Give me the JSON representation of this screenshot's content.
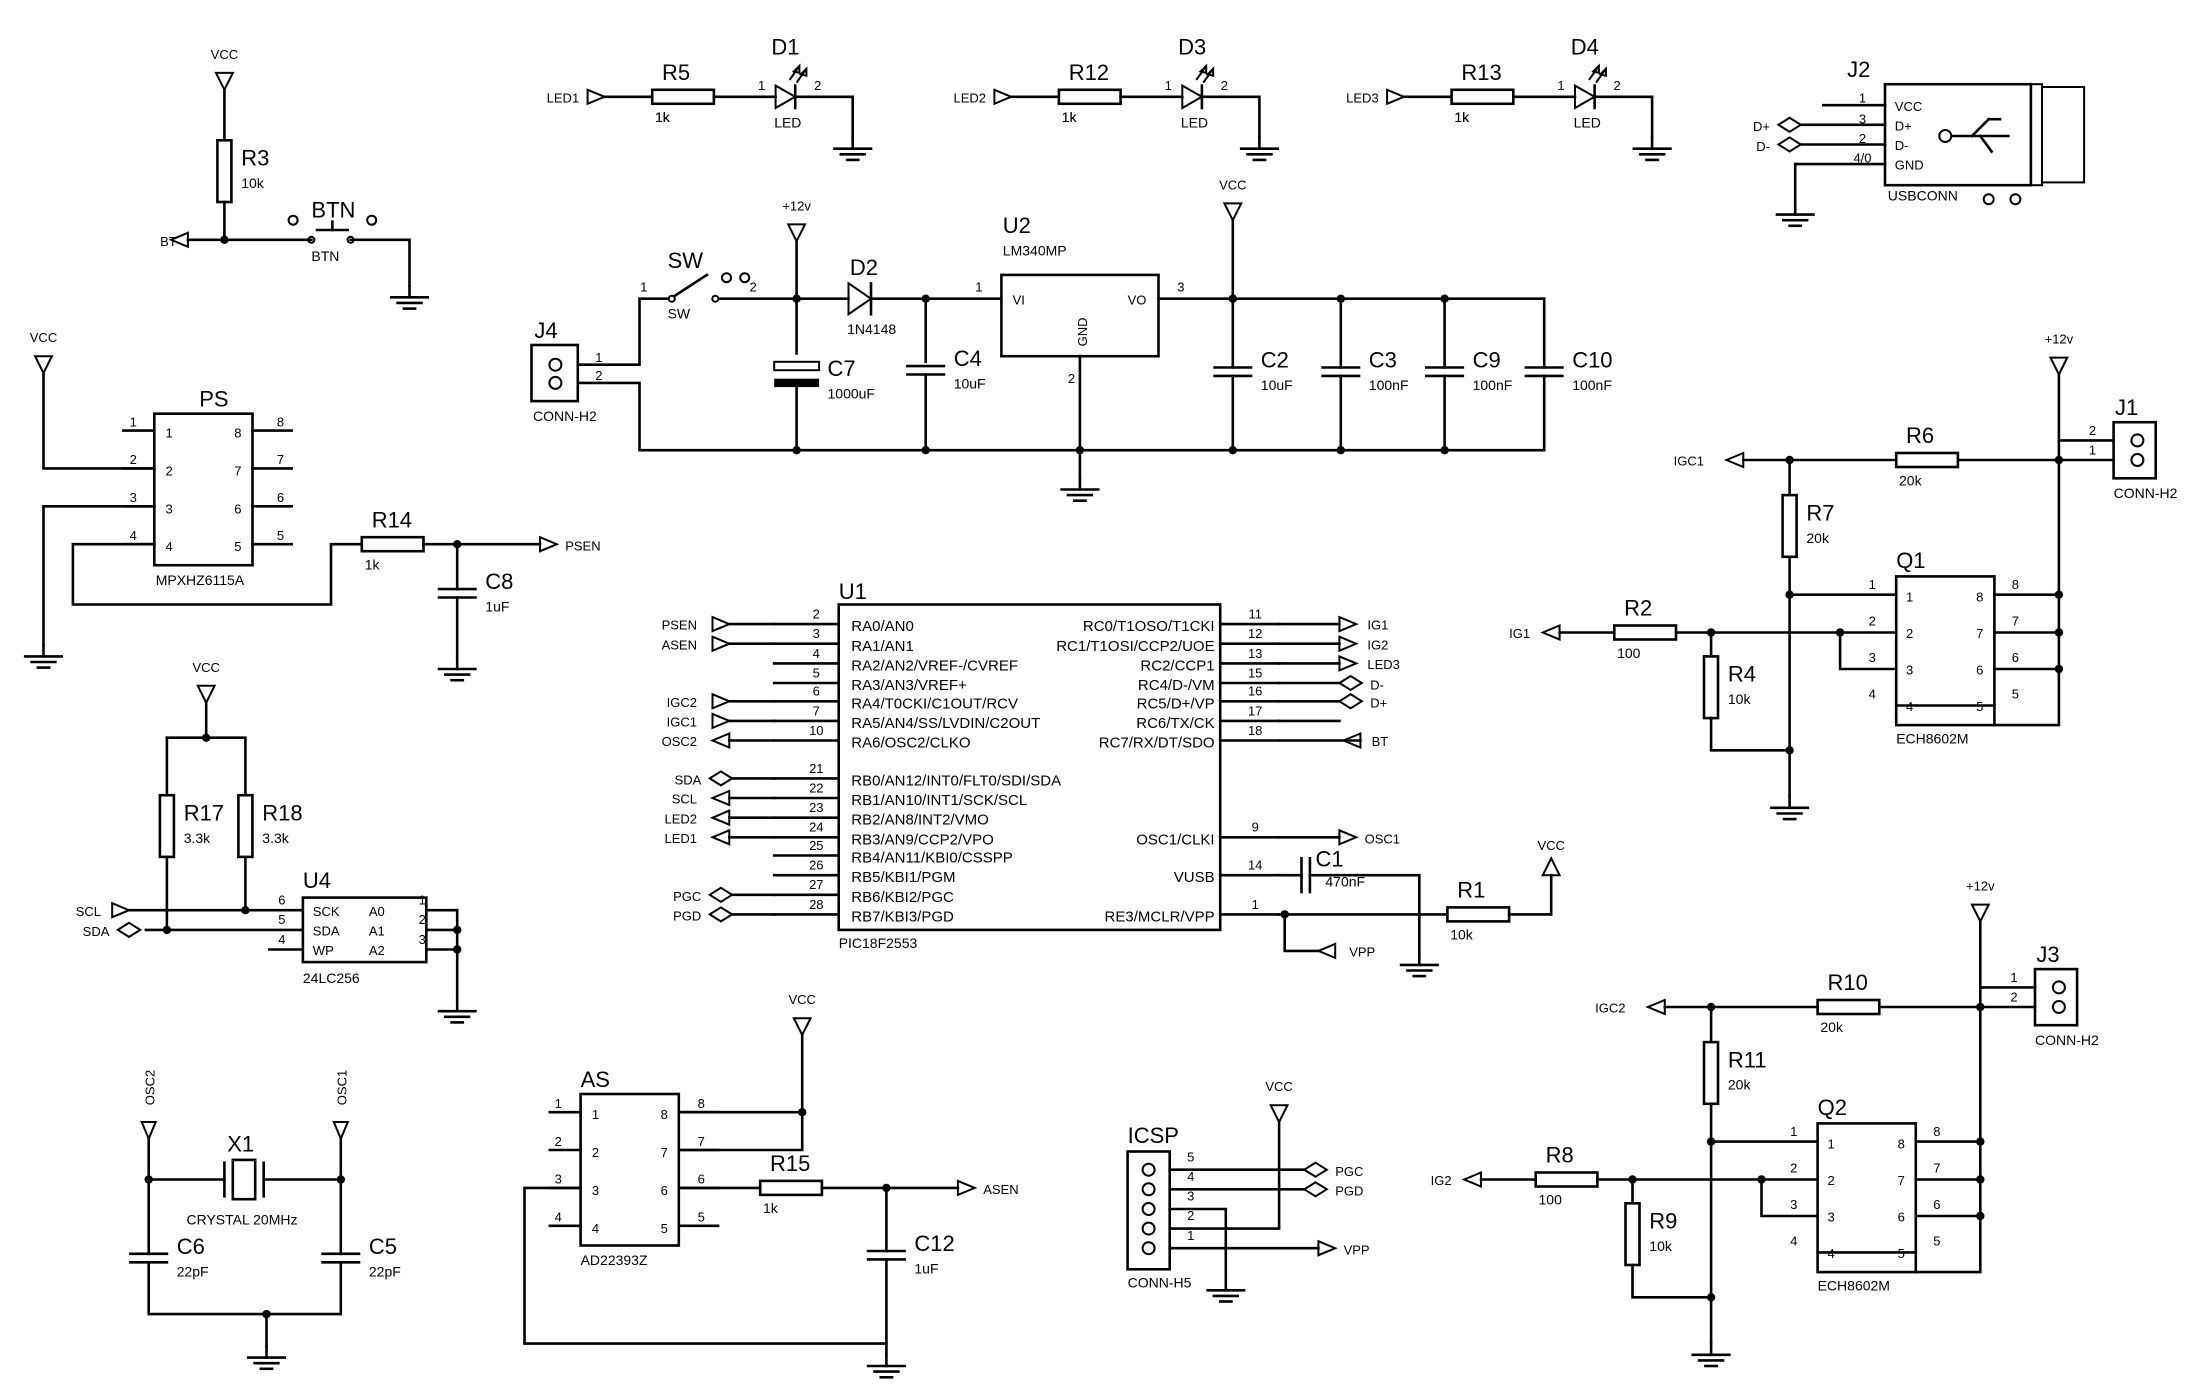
{
  "power": {
    "vcc": "VCC",
    "p12": "+12v"
  },
  "pins": [
    "1",
    "2",
    "3",
    "4",
    "5",
    "6",
    "7",
    "8",
    "9",
    "10",
    "11",
    "12",
    "13",
    "14",
    "15",
    "16",
    "17",
    "18",
    "21",
    "22",
    "23",
    "24",
    "25",
    "26",
    "27",
    "28"
  ],
  "extra": {
    "p40": "4/0"
  },
  "refs": {
    "D1": "D1",
    "D3": "D3",
    "D4": "D4",
    "D2": "D2",
    "R5": "R5",
    "R12": "R12",
    "R13": "R13",
    "R3": "R3",
    "R14": "R14",
    "R17": "R17",
    "R18": "R18",
    "R2": "R2",
    "R4": "R4",
    "R6": "R6",
    "R7": "R7",
    "R8": "R8",
    "R9": "R9",
    "R10": "R10",
    "R11": "R11",
    "R1": "R1",
    "R15": "R15",
    "C7": "C7",
    "C4": "C4",
    "C2": "C2",
    "C3": "C3",
    "C9": "C9",
    "C10": "C10",
    "C8": "C8",
    "C1": "C1",
    "C6": "C6",
    "C5": "C5",
    "C12": "C12",
    "U1": "U1",
    "U2": "U2",
    "U4": "U4",
    "Q1": "Q1",
    "Q2": "Q2",
    "J1": "J1",
    "J2": "J2",
    "J3": "J3",
    "J4": "J4",
    "X1": "X1",
    "SW": "SW",
    "BTN": "BTN",
    "PS": "PS",
    "AS": "AS",
    "ICSP": "ICSP"
  },
  "values": {
    "k1": "1k",
    "k10": "10k",
    "k20": "20k",
    "k33": "3.3k",
    "r100": "100",
    "c1000": "1000uF",
    "c10u": "10uF",
    "c100n": "100nF",
    "c1u": "1uF",
    "c470": "470nF",
    "c22p": "22pF",
    "led": "LED",
    "d1n": "1N4148",
    "lm": "LM340MP",
    "conn2": "CONN-H2",
    "conn5": "CONN-H5",
    "usbconn": "USBCONN",
    "mpx": "MPXHZ6115A",
    "ad": "AD22393Z",
    "eeprom": "24LC256",
    "ech": "ECH8602M",
    "pic": "PIC18F2553",
    "crystal": "CRYSTAL 20MHz",
    "sw": "SW",
    "btn": "BTN"
  },
  "reg": {
    "vi": "VI",
    "vo": "VO",
    "gnd": "GND"
  },
  "usb": {
    "vcc": "VCC",
    "dp": "D+",
    "dm": "D-",
    "gnd": "GND"
  },
  "eeprom_pins": {
    "scl": "SCK",
    "sda": "SDA",
    "wp": "WP",
    "a0": "A0",
    "a1": "A1",
    "a2": "A2"
  },
  "nets": {
    "LED1": "LED1",
    "LED2": "LED2",
    "LED3": "LED3",
    "BT": "BT",
    "PSEN": "PSEN",
    "ASEN": "ASEN",
    "IGC1": "IGC1",
    "IGC2": "IGC2",
    "IG1": "IG1",
    "IG2": "IG2",
    "OSC1": "OSC1",
    "OSC2": "OSC2",
    "SDA": "SDA",
    "SCL": "SCL",
    "PGC": "PGC",
    "PGD": "PGD",
    "VPP": "VPP",
    "D+": "D+",
    "D-": "D-"
  },
  "mcu_left": [
    "RA0/AN0",
    "RA1/AN1",
    "RA2/AN2/VREF-/CVREF",
    "RA3/AN3/VREF+",
    "RA4/T0CKI/C1OUT/RCV",
    "RA5/AN4/SS/LVDIN/C2OUT",
    "RA6/OSC2/CLKO",
    "RB0/AN12/INT0/FLT0/SDI/SDA",
    "RB1/AN10/INT1/SCK/SCL",
    "RB2/AN8/INT2/VMO",
    "RB3/AN9/CCP2/VPO",
    "RB4/AN11/KBI0/CSSPP",
    "RB5/KBI1/PGM",
    "RB6/KBI2/PGC",
    "RB7/KBI3/PGD"
  ],
  "mcu_right": [
    "RC0/T1OSO/T1CKI",
    "RC1/T1OSI/CCP2/UOE",
    "RC2/CCP1",
    "RC4/D-/VM",
    "RC5/D+/VP",
    "RC6/TX/CK",
    "RC7/RX/DT/SDO",
    "OSC1/CLKI",
    "VUSB",
    "RE3/MCLR/VPP"
  ]
}
